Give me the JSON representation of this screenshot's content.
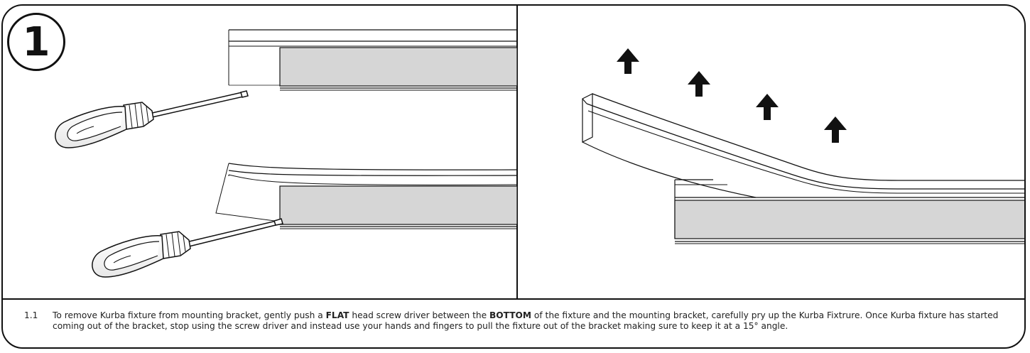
{
  "step": {
    "number": "1"
  },
  "caption": {
    "number": "1.1",
    "segments": [
      {
        "text": "To remove Kurba fixture from mounting bracket, gently push a ",
        "bold": false
      },
      {
        "text": "FLAT",
        "bold": true
      },
      {
        "text": " head screw driver between the ",
        "bold": false
      },
      {
        "text": "BOTTOM",
        "bold": true
      },
      {
        "text": " of the fixture and the mounting bracket, carefully pry up the Kurba Fixtrure. Once Kurba fixture has started coming out of the bracket, stop using the screw driver and instead use your hands and fingers to pull the fixture out of the bracket making sure to keep it at a 15° angle.",
        "bold": false
      }
    ]
  },
  "illustrations": {
    "left_panel": [
      "mounting-bracket-top",
      "flat-screwdriver-top",
      "mounting-bracket-bottom",
      "flat-screwdriver-bottom"
    ],
    "right_panel": [
      "kurba-fixture-angled",
      "mounting-bracket",
      "up-arrow-icon",
      "up-arrow-icon",
      "up-arrow-icon",
      "up-arrow-icon"
    ]
  }
}
